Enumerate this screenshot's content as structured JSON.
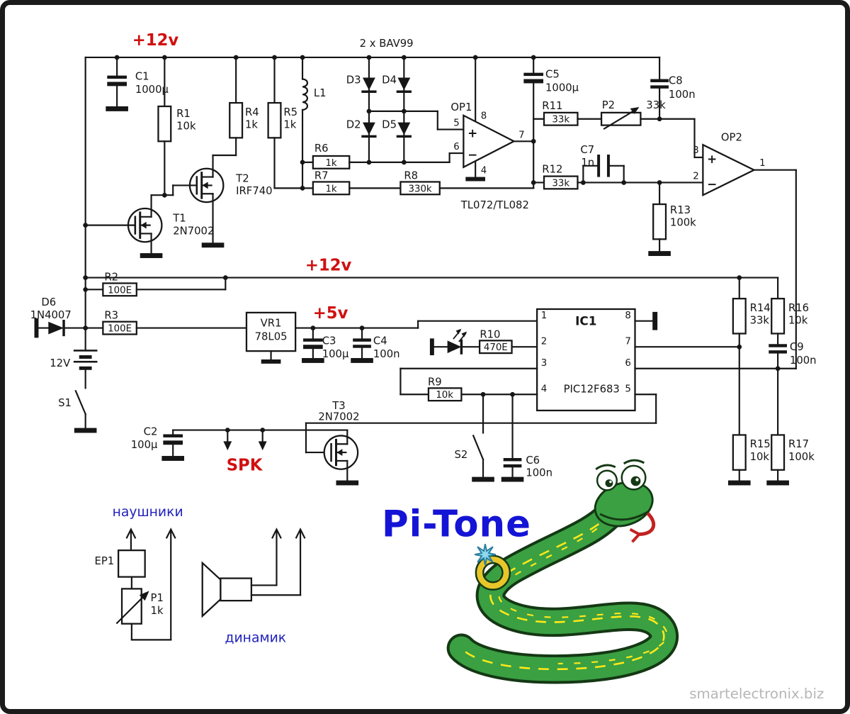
{
  "labels": {
    "v12_top": "+12v",
    "v12_mid": "+12v",
    "v5": "+5v",
    "spk": "SPK",
    "diode_note": "2 x BAV99",
    "opamp_type": "TL072/TL082",
    "battery": "12V",
    "headphones": "наушники",
    "speaker": "динамик",
    "title": "Pi-Tone",
    "watermark": "smartelectronix.biz"
  },
  "components": {
    "c1": {
      "ref": "C1",
      "value": "1000µ"
    },
    "c2": {
      "ref": "C2",
      "value": "100µ"
    },
    "c3": {
      "ref": "C3",
      "value": "100µ"
    },
    "c4": {
      "ref": "C4",
      "value": "100n"
    },
    "c5": {
      "ref": "C5",
      "value": "1000µ"
    },
    "c6": {
      "ref": "C6",
      "value": "100n"
    },
    "c7": {
      "ref": "C7",
      "value": "1n"
    },
    "c8": {
      "ref": "C8",
      "value": "100n"
    },
    "c9": {
      "ref": "C9",
      "value": "100n"
    },
    "r1": {
      "ref": "R1",
      "value": "10k"
    },
    "r2": {
      "ref": "R2",
      "value": "100E"
    },
    "r3": {
      "ref": "R3",
      "value": "100E"
    },
    "r4": {
      "ref": "R4",
      "value": "1k"
    },
    "r5": {
      "ref": "R5",
      "value": "1k"
    },
    "r6": {
      "ref": "R6",
      "value": "1k"
    },
    "r7": {
      "ref": "R7",
      "value": "1k"
    },
    "r8": {
      "ref": "R8",
      "value": "330k"
    },
    "r9": {
      "ref": "R9",
      "value": "10k"
    },
    "r10": {
      "ref": "R10",
      "value": "470E"
    },
    "r11": {
      "ref": "R11",
      "value": "33k"
    },
    "r12": {
      "ref": "R12",
      "value": "33k"
    },
    "r13": {
      "ref": "R13",
      "value": "100k"
    },
    "r14": {
      "ref": "R14",
      "value": "33k"
    },
    "r15": {
      "ref": "R15",
      "value": "10k"
    },
    "r16": {
      "ref": "R16",
      "value": "10k"
    },
    "r17": {
      "ref": "R17",
      "value": "100k"
    },
    "p1": {
      "ref": "P1",
      "value": "1k"
    },
    "p2": {
      "ref": "P2",
      "value": "33k"
    },
    "l1": {
      "ref": "L1"
    },
    "d2": {
      "ref": "D2"
    },
    "d3": {
      "ref": "D3"
    },
    "d4": {
      "ref": "D4"
    },
    "d5": {
      "ref": "D5"
    },
    "d6": {
      "ref": "D6",
      "value": "1N4007"
    },
    "t1": {
      "ref": "T1",
      "value": "2N7002"
    },
    "t2": {
      "ref": "T2",
      "value": "IRF740"
    },
    "t3": {
      "ref": "T3",
      "value": "2N7002"
    },
    "op1": {
      "ref": "OP1"
    },
    "op2": {
      "ref": "OP2"
    },
    "vr1": {
      "ref": "VR1",
      "value": "78L05"
    },
    "ic1": {
      "ref": "IC1",
      "value": "PIC12F683"
    },
    "ep1": {
      "ref": "EP1"
    },
    "s1": {
      "ref": "S1"
    },
    "s2": {
      "ref": "S2"
    }
  },
  "pins": {
    "op1": {
      "p4": "4",
      "p5": "5",
      "p6": "6",
      "p7": "7",
      "p8": "8"
    },
    "op2": {
      "p1": "1",
      "p2": "2",
      "p3": "3"
    },
    "ic1": {
      "p1": "1",
      "p2": "2",
      "p3": "3",
      "p4": "4",
      "p5": "5",
      "p6": "6",
      "p7": "7",
      "p8": "8"
    }
  },
  "signs": {
    "plus": "+",
    "minus": "−"
  },
  "colors": {
    "wire": "#161616",
    "accent_red": "#d01010",
    "label_blue": "#2222bd",
    "title_blue": "#1414d6",
    "watermark_grey": "#b6b6b6",
    "snake_green": "#3aa042",
    "snake_yellow": "#ffe81a",
    "background": "#ffffff",
    "frame": "#1b1b1b"
  }
}
